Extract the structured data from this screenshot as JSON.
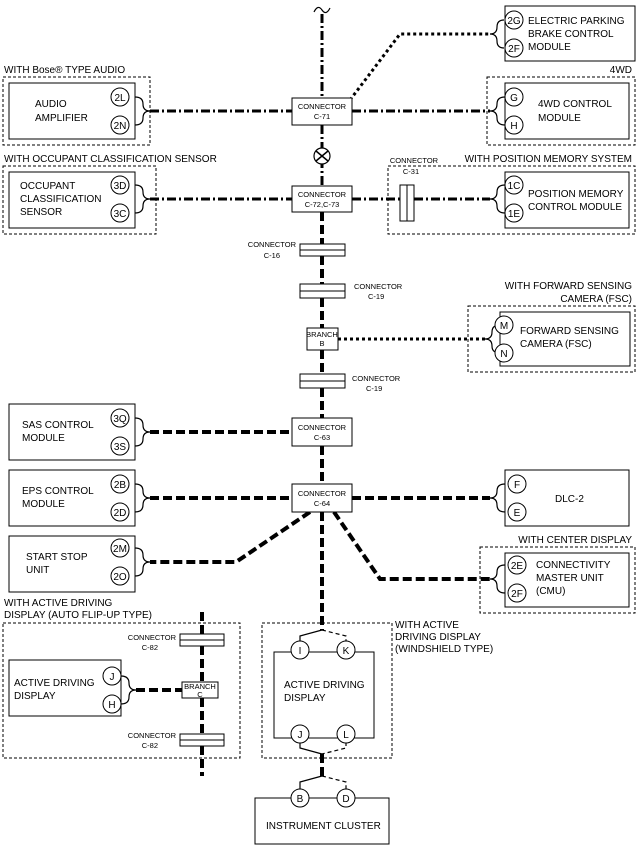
{
  "groups": {
    "bose": "WITH Bose® TYPE AUDIO",
    "fwd4": "4WD",
    "ocs": "WITH OCCUPANT CLASSIFICATION SENSOR",
    "pms": "WITH POSITION MEMORY SYSTEM",
    "fsc1": "WITH FORWARD SENSING",
    "fsc2": "CAMERA (FSC)",
    "center": "WITH CENTER DISPLAY",
    "adf1": "WITH ACTIVE DRIVING",
    "adf2": "DISPLAY (AUTO FLIP-UP TYPE)",
    "adw1": "WITH ACTIVE",
    "adw2": "DRIVING DISPLAY",
    "adw3": "(WINDSHIELD TYPE)"
  },
  "modules": {
    "epb": [
      "ELECTRIC PARKING",
      "BRAKE CONTROL",
      "MODULE"
    ],
    "audio": [
      "AUDIO",
      "AMPLIFIER"
    ],
    "fourwd": [
      "4WD CONTROL",
      "MODULE"
    ],
    "ocs": [
      "OCCUPANT",
      "CLASSIFICATION",
      "SENSOR"
    ],
    "pms": [
      "POSITION MEMORY",
      "CONTROL MODULE"
    ],
    "fsc": [
      "FORWARD SENSING",
      "CAMERA (FSC)"
    ],
    "sas": [
      "SAS CONTROL",
      "MODULE"
    ],
    "eps": [
      "EPS CONTROL",
      "MODULE"
    ],
    "dlc": [
      "DLC-2"
    ],
    "ss": [
      "START STOP",
      "UNIT"
    ],
    "cmu": [
      "CONNECTIVITY",
      "MASTER UNIT",
      "(CMU)"
    ],
    "adf": [
      "ACTIVE DRIVING",
      "DISPLAY"
    ],
    "adw": [
      "ACTIVE DRIVING",
      "DISPLAY"
    ],
    "ic": [
      "INSTRUMENT CLUSTER"
    ]
  },
  "pins": {
    "epb": [
      "2G",
      "2F"
    ],
    "audio": [
      "2L",
      "2N"
    ],
    "fourwd": [
      "G",
      "H"
    ],
    "ocs": [
      "3D",
      "3C"
    ],
    "pms": [
      "1C",
      "1E"
    ],
    "fsc": [
      "M",
      "N"
    ],
    "sas": [
      "3Q",
      "3S"
    ],
    "eps": [
      "2B",
      "2D"
    ],
    "dlc": [
      "F",
      "E"
    ],
    "ss": [
      "2M",
      "2O"
    ],
    "cmu": [
      "2E",
      "2F"
    ],
    "adf": [
      "J",
      "H"
    ],
    "adw_top": [
      "I",
      "K"
    ],
    "adw_bot": [
      "J",
      "L"
    ],
    "ic": [
      "B",
      "D"
    ]
  },
  "connectors": {
    "c71": [
      "CONNECTOR",
      "C-71"
    ],
    "c72": [
      "CONNECTOR",
      "C-72,C-73"
    ],
    "c31": "CONNECTOR",
    "c31b": "C-31",
    "c16": [
      "CONNECTOR",
      "C-16"
    ],
    "c19a": [
      "CONNECTOR",
      "C-19"
    ],
    "branchB": [
      "BRANCH",
      "B"
    ],
    "c19b": [
      "CONNECTOR",
      "C-19"
    ],
    "c63": [
      "CONNECTOR",
      "C-63"
    ],
    "c64": [
      "CONNECTOR",
      "C-64"
    ],
    "c82a": [
      "CONNECTOR",
      "C-82"
    ],
    "branchC": [
      "BRANCH",
      "C"
    ],
    "c82b": [
      "CONNECTOR",
      "C-82"
    ]
  }
}
